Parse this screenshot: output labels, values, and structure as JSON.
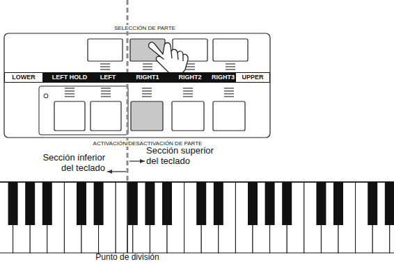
{
  "diagram": {
    "nodes": [
      {
        "text": [
          "LOWER"
        ]
      },
      {
        "text": [
          "LEFT HOLD",
          "LEFT",
          "RIGHT1",
          "RIGHT2",
          "RIGHT3"
        ]
      },
      {
        "text": [
          "UPPER"
        ]
      }
    ],
    "labels": [
      "SELECCIÓN DE PARTE",
      "ACTIVACIÓN/DESACTIVACIÓN DE PARTE",
      "Sección inferior del teclado",
      "Sección superior del teclado",
      "Punto de división"
    ]
  }
}
